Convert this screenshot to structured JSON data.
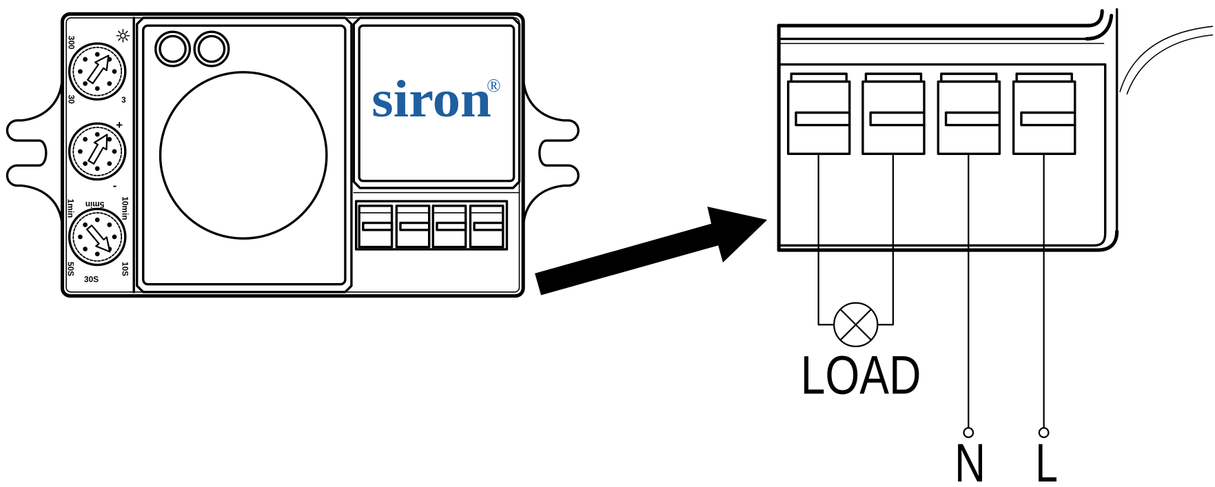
{
  "brand": {
    "name": "siron",
    "registered": "®",
    "color": "#1f5f9f"
  },
  "dials": {
    "light": {
      "label_high": "300",
      "label_mid": "30",
      "label_low": "3",
      "icon": "sun-icon"
    },
    "sensitivity": {
      "plus": "+",
      "minus": "-"
    },
    "time": {
      "label_1": "1min",
      "label_2": "5min",
      "label_3": "10min",
      "label_4": "50S",
      "label_5": "30S",
      "label_6": "10S"
    }
  },
  "wiring": {
    "load_label": "LOAD",
    "neutral_label": "N",
    "live_label": "L"
  },
  "colors": {
    "line": "#000000",
    "background": "#ffffff"
  }
}
